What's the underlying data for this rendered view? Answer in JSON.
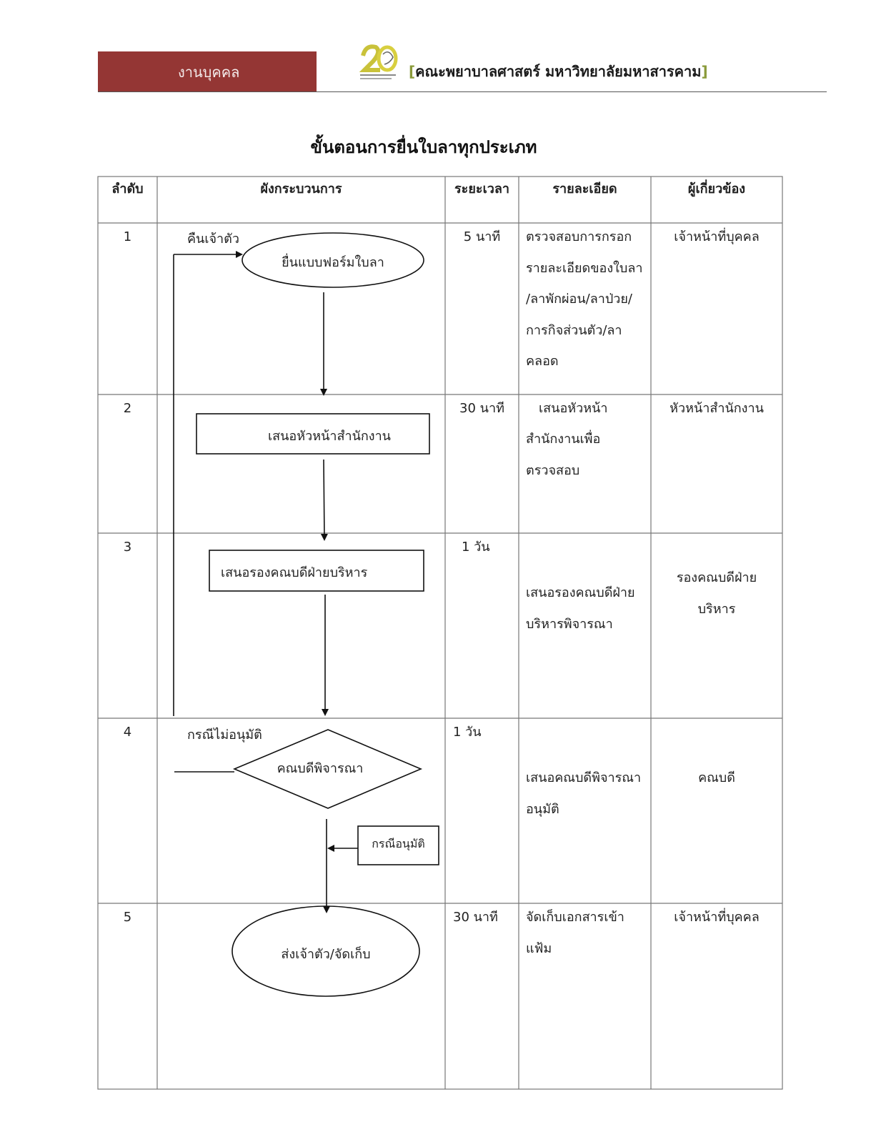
{
  "header": {
    "department": "งานบุคคล",
    "faculty": "คณะพยาบาลศาสตร์ มหาวิทยาลัยมหาสารคาม",
    "bracket_open": "[",
    "bracket_close": "]"
  },
  "title": "ขั้นตอนการยื่นใบลาทุกประเภท",
  "table": {
    "columns": [
      "ลำดับ",
      "ผังกระบวนการ",
      "ระยะเวลา",
      "รายละเอียด",
      "ผู้เกี่ยวข้อง"
    ],
    "rows": [
      {
        "no": "1",
        "time": "5 นาที",
        "detail": [
          "ตรวจสอบการกรอก",
          "รายละเอียดของใบลา",
          "/ลาพักผ่อน/ลาป่วย/",
          "การกิจส่วนตัว/ลา",
          "คลอด"
        ],
        "person": [
          "เจ้าหน้าที่บุคคล"
        ]
      },
      {
        "no": "2",
        "time": "30 นาที",
        "detail": [
          "เสนอหัวหน้า",
          "สำนักงานเพื่อ",
          "ตรวจสอบ"
        ],
        "person": [
          "หัวหน้าสำนักงาน"
        ]
      },
      {
        "no": "3",
        "time": "1 วัน",
        "detail": [
          "เสนอรองคณบดีฝ่าย",
          "บริหารพิจารณา"
        ],
        "person": [
          "รองคณบดีฝ่าย",
          "บริหาร"
        ]
      },
      {
        "no": "4",
        "time": "1 วัน",
        "detail": [
          "เสนอคณบดีพิจารณา",
          "อนุมัติ"
        ],
        "person": [
          "คณบดี"
        ]
      },
      {
        "no": "5",
        "time": "30 นาที",
        "detail": [
          "จัดเก็บเอกสารเข้า",
          "แฟ้ม"
        ],
        "person": [
          "เจ้าหน้าที่บุคคล"
        ]
      }
    ]
  },
  "flow": {
    "return_label": "คืนเจ้าตัว",
    "step1": "ยื่นแบบฟอร์มใบลา",
    "step2": "เสนอหัวหน้าสำนักงาน",
    "step3": "เสนอรองคณบดีฝ่ายบริหาร",
    "step4": "คณบดีพิจารณา",
    "not_approved": "กรณีไม่อนุมัติ",
    "approved": "กรณีอนุมัติ",
    "step5": "ส่งเจ้าตัว/จัดเก็บ"
  },
  "colors": {
    "header_tab": "#943634",
    "bracket": "#8a9a3a"
  }
}
